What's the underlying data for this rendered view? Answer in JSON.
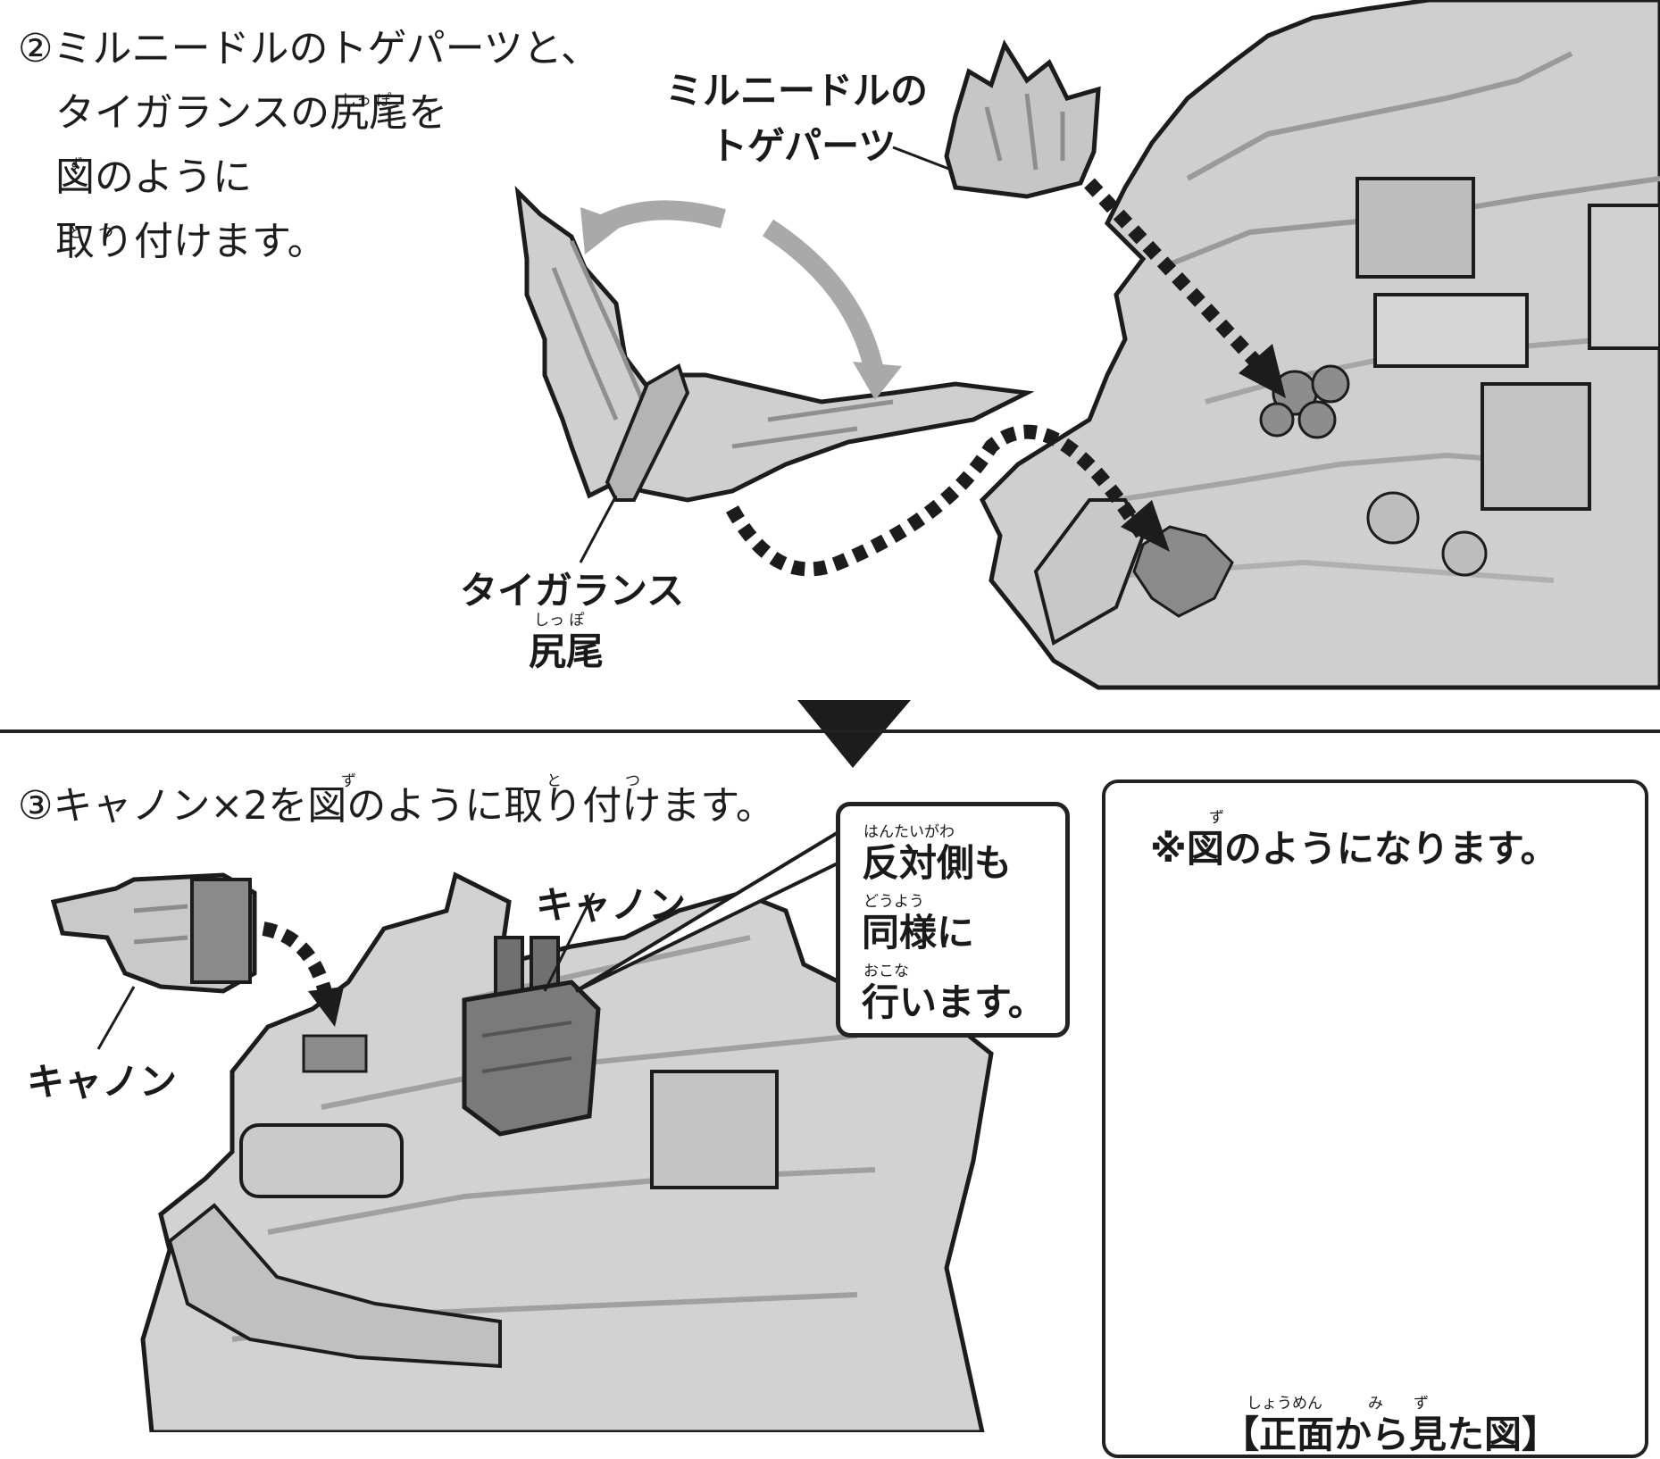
{
  "step2": {
    "text_line1": "②ミルニードルのトゲパーツと、",
    "text_line2": "タイガランスの尻尾を",
    "text_line3": "図のように",
    "text_line4": "取り付けます。",
    "ruby_shippo": "しっ ぽ",
    "ruby_zu": "ず",
    "ruby_totsu": "と　つ",
    "label_mil_line1": "ミルニードルの",
    "label_mil_line2": "トゲパーツ",
    "label_tiga_line1": "タイガランス",
    "label_tiga_line2": "尻尾",
    "label_tiga_ruby": "しっ ぽ"
  },
  "step3": {
    "text": "③キャノン×2を図のように取り付けます。",
    "ruby_zu": "ず",
    "ruby_to": "と",
    "ruby_tsu": "つ",
    "label_cannon_top": "キャノン",
    "label_cannon_left": "キャノン",
    "bubble_line1": "反対側も",
    "bubble_line2": "同様に",
    "bubble_line3": "行います。",
    "bubble_ruby1": "はんたいがわ",
    "bubble_ruby2": "どうよう",
    "bubble_ruby3": "おこな"
  },
  "note": {
    "text": "※図のようになります。",
    "ruby_zu": "ず",
    "caption": "【正面から見た図】",
    "caption_ruby": "しょうめん　　　み　　ず"
  },
  "colors": {
    "ink": "#1c1c1c",
    "toy_fill": "#c9c9c9",
    "toy_shade": "#9a9a9a",
    "arrow_gray": "#a9a9a9",
    "dark_part": "#6e6e6e"
  }
}
